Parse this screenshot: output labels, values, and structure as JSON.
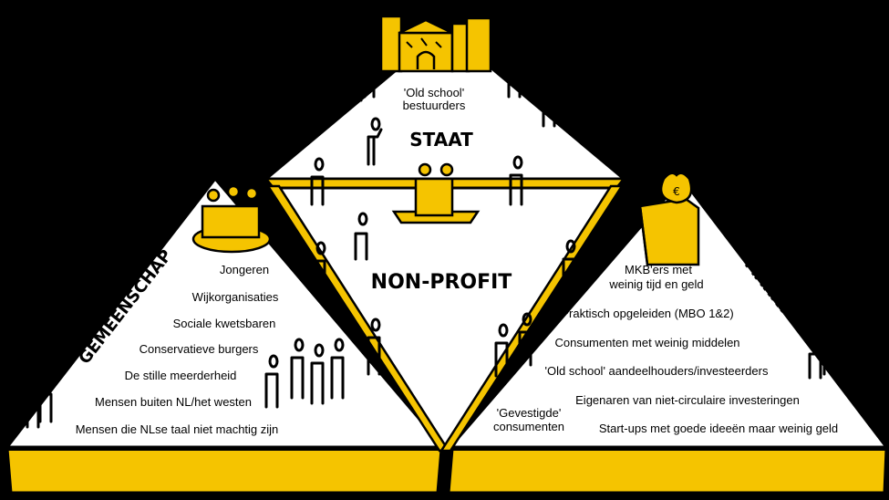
{
  "colors": {
    "background": "#000000",
    "accent": "#f5c400",
    "accent_dark": "#d9a800",
    "paper": "#ffffff",
    "ink": "#000000"
  },
  "sectors": {
    "staat": "STAAT",
    "non_profit": "NON-PROFIT",
    "markt": "MARKT",
    "gemeenschap": "GEMEENSCHAP"
  },
  "staat_group": {
    "label_line1": "'Old school'",
    "label_line2": "bestuurders"
  },
  "gemeenschap_groups": [
    "Jongeren",
    "Wijkorganisaties",
    "Sociale kwetsbaren",
    "Conservatieve burgers",
    "De stille meerderheid",
    "Mensen buiten NL/het westen",
    "Mensen die NLse taal niet machtig zijn"
  ],
  "markt_groups": [
    "MKB'ers met",
    "weinig tijd en geld",
    "Praktisch opgeleiden (MBO 1&2)",
    "Consumenten met weinig middelen",
    "'Old school' aandeelhouders/investeerders",
    "Eigenaren van niet-circulaire investeringen",
    "Start-ups met goede ideeën maar weinig geld"
  ],
  "markt_consumers": {
    "line1": "'Gevestigde'",
    "line2": "consumenten"
  },
  "icons": [
    "government-building-icon",
    "money-bag-icon",
    "cash-register-icon",
    "person-icon",
    "handshake-icon",
    "community-round-table-icon"
  ]
}
